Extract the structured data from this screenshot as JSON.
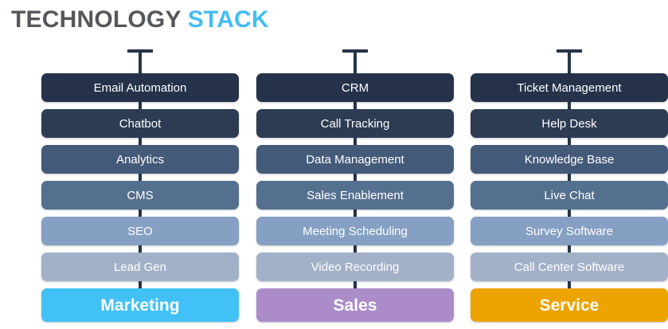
{
  "title": {
    "primary": "TECHNOLOGY",
    "accent": "STACK",
    "primary_color": "#55585b",
    "accent_color": "#43bdf4"
  },
  "tier_colors": [
    "#25324a",
    "#2d3c53",
    "#445a79",
    "#55708f",
    "#85a0c3",
    "#a3b1c8"
  ],
  "columns": [
    {
      "name": "marketing",
      "footer_label": "Marketing",
      "footer_color": "#41c1f5",
      "items": [
        "Email Automation",
        "Chatbot",
        "Analytics",
        "CMS",
        "SEO",
        "Lead Gen"
      ]
    },
    {
      "name": "sales",
      "footer_label": "Sales",
      "footer_color": "#ab8cc9",
      "items": [
        "CRM",
        "Call Tracking",
        "Data Management",
        "Sales Enablement",
        "Meeting Scheduling",
        "Video Recording"
      ]
    },
    {
      "name": "service",
      "footer_label": "Service",
      "footer_color": "#eda300",
      "items": [
        "Ticket Management",
        "Help Desk",
        "Knowledge Base",
        "Live Chat",
        "Survey Software",
        "Call Center Software"
      ]
    }
  ]
}
